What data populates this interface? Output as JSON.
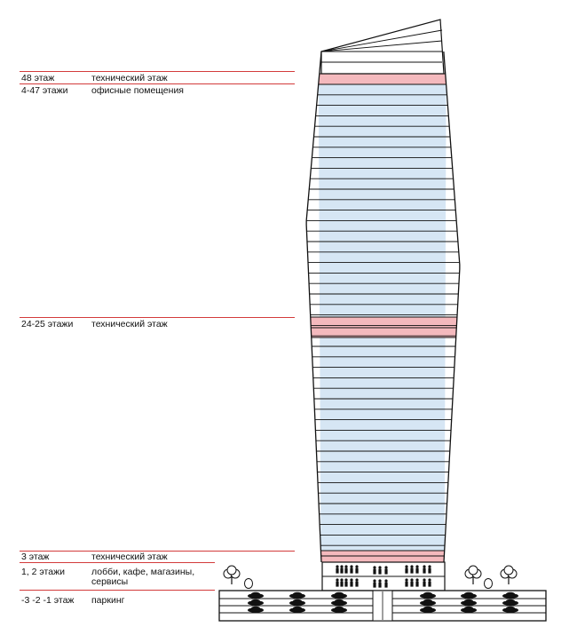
{
  "diagram": {
    "levels": [
      {
        "floors": "48 этаж",
        "use": "технический этаж"
      },
      {
        "floors": "4-47 этажи",
        "use": "офисные помещения"
      },
      {
        "floors": "24-25  этажи",
        "use": "технический этаж"
      },
      {
        "floors": "3 этаж",
        "use": "технический этаж"
      },
      {
        "floors": "1, 2 этажи",
        "use": "лобби, кафе, магазины, сервисы"
      },
      {
        "floors": "-3 -2 -1 этаж",
        "use": "паркинг"
      }
    ],
    "colors": {
      "technical": "#f4b9bd",
      "office": "#d6e6f4",
      "leader": "#d33b3b",
      "outline": "#111111"
    },
    "icons": [
      "tree-icon",
      "bush-icon",
      "people-icon",
      "car-icon",
      "elevator-icon"
    ]
  }
}
